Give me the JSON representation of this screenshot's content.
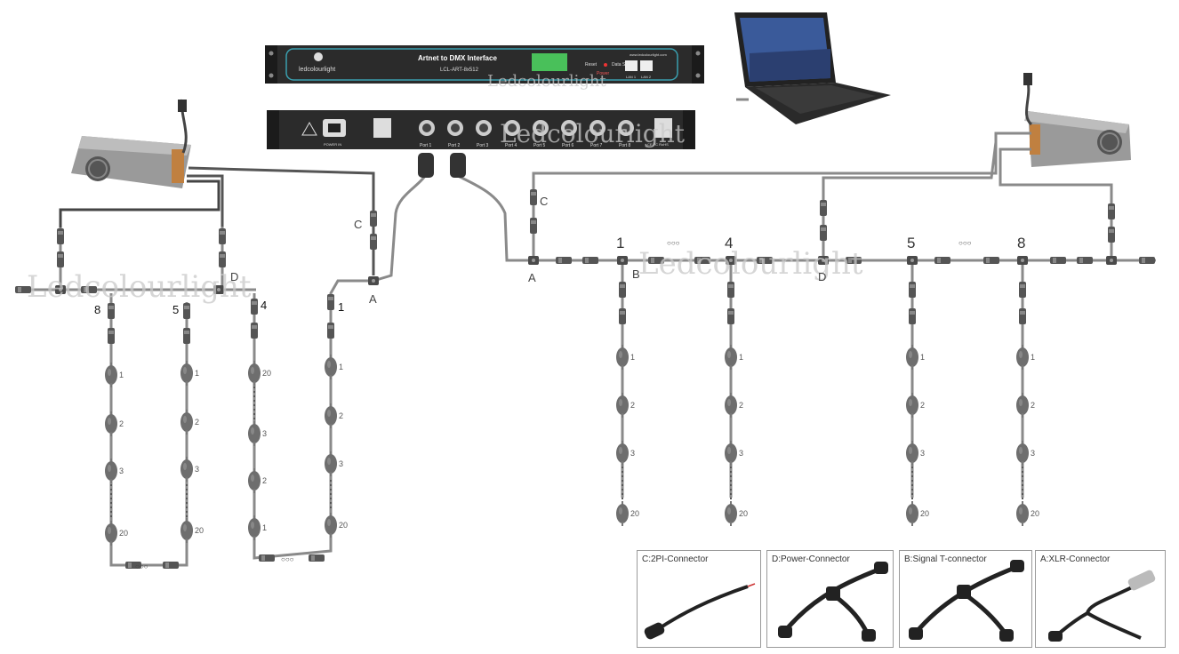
{
  "device_top": {
    "brand": "ledcolourlight",
    "title": "Artnet to DMX Interface",
    "model": "LCL-ART-8x512",
    "reset": "Reset",
    "power": "Power",
    "data_sync": "Data Sync",
    "website": "www.ledcolourlight.com",
    "lan1": "LAN 1",
    "lan2": "LAN 2"
  },
  "device_back": {
    "power_in": "POWER IN",
    "ports": [
      "Port 1",
      "Port 2",
      "Port 3",
      "Port 4",
      "Port 5",
      "Port 6",
      "Port 7",
      "Port 8"
    ],
    "cert": "CE FC RoHS"
  },
  "watermark": "Ledcolourlight",
  "labels": {
    "A": "A",
    "B": "B",
    "C": "C",
    "D": "D",
    "run_left": [
      "8",
      "5",
      "4",
      "1"
    ],
    "run_right": [
      "1",
      "4",
      "5",
      "8"
    ],
    "dots": "○○○"
  },
  "node_numbers": {
    "left_run8": [
      "1",
      "2",
      "3",
      "20"
    ],
    "left_run5": [
      "1",
      "2",
      "3",
      "20"
    ],
    "left_run4": [
      "20",
      "3",
      "2",
      "1"
    ],
    "left_run1": [
      "1",
      "2",
      "3",
      "20"
    ],
    "right": [
      "1",
      "2",
      "3",
      "20"
    ]
  },
  "legend": [
    {
      "title": "C:2PI-Connector"
    },
    {
      "title": "D:Power-Connector"
    },
    {
      "title": "B:Signal T-connector"
    },
    {
      "title": "A:XLR-Connector"
    }
  ],
  "colors": {
    "cable": "#8a8a8a",
    "node": "#6e6e6e",
    "device": "#2a2a2a",
    "accent": "#3aa0b0"
  }
}
